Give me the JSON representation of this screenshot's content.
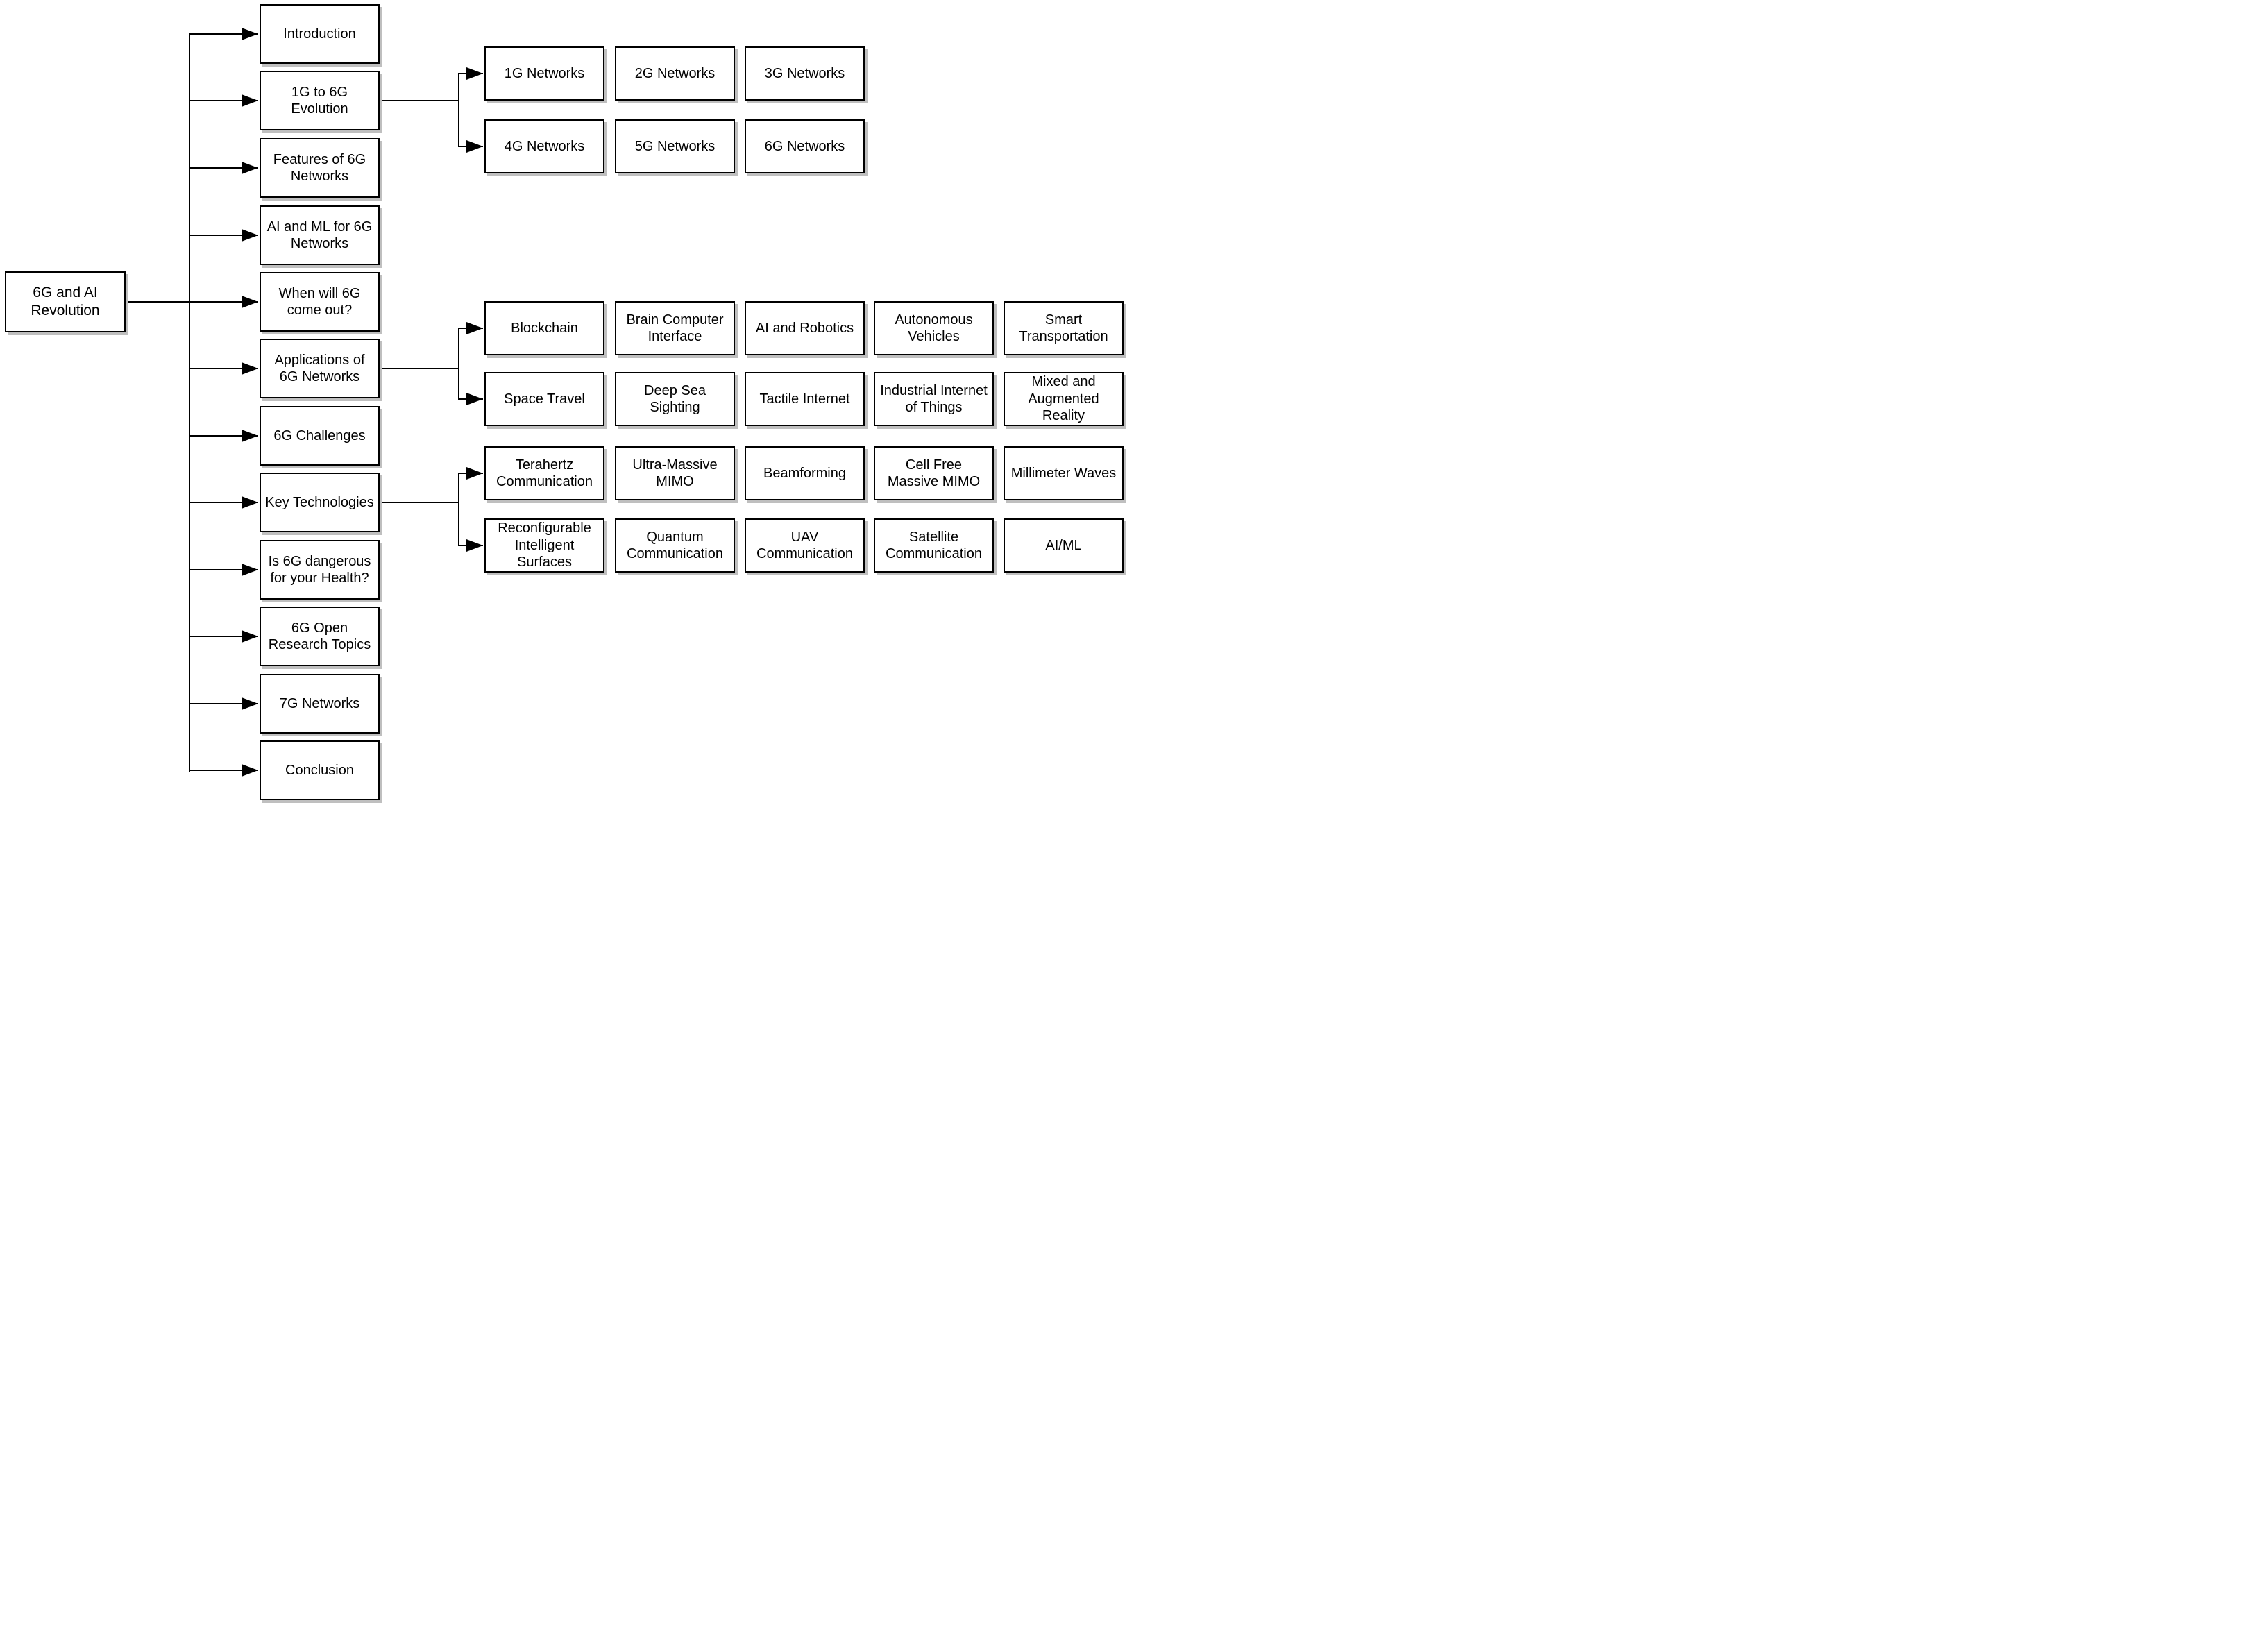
{
  "diagram": {
    "title_node": "6G and AI Revolution",
    "sections": [
      {
        "label": "Introduction"
      },
      {
        "label": "1G to 6G Evolution",
        "children": "evolution"
      },
      {
        "label": "Features of 6G Networks"
      },
      {
        "label": "AI and ML for 6G Networks"
      },
      {
        "label": "When will 6G come out?"
      },
      {
        "label": "Applications of 6G Networks",
        "children": "applications"
      },
      {
        "label": "6G Challenges"
      },
      {
        "label": "Key Technologies",
        "children": "technologies"
      },
      {
        "label": "Is 6G dangerous for your Health?"
      },
      {
        "label": "6G Open Research Topics"
      },
      {
        "label": "7G Networks"
      },
      {
        "label": "Conclusion"
      }
    ],
    "evolution": {
      "row1": [
        "1G Networks",
        "2G Networks",
        "3G Networks"
      ],
      "row2": [
        "4G Networks",
        "5G Networks",
        "6G Networks"
      ]
    },
    "applications": {
      "row1": [
        "Blockchain",
        "Brain Computer Interface",
        "AI and Robotics",
        "Autonomous Vehicles",
        "Smart Transportation"
      ],
      "row2": [
        "Space Travel",
        "Deep Sea Sighting",
        "Tactile Internet",
        "Industrial Internet of Things",
        "Mixed and Augmented Reality"
      ]
    },
    "technologies": {
      "row1": [
        "Terahertz Communication",
        "Ultra-Massive MIMO",
        "Beamforming",
        "Cell Free Massive MIMO",
        "Millimeter Waves"
      ],
      "row2": [
        "Reconfigurable Intelligent Surfaces",
        "Quantum Communication",
        "UAV Communication",
        "Satellite Communication",
        "AI/ML"
      ]
    },
    "colors": {
      "border": "#000000",
      "node_fill": "#ffffff",
      "shadow": "#bfbfbf",
      "connector": "#000000",
      "background": "#ffffff"
    }
  }
}
